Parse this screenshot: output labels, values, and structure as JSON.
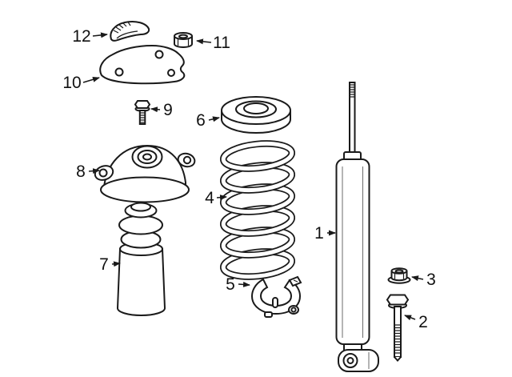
{
  "diagram": {
    "background_color": "#ffffff",
    "line_color": "#1a1a1a",
    "callouts": [
      {
        "number": "1",
        "part": "shock-absorber"
      },
      {
        "number": "2",
        "part": "lower-mount-bolt"
      },
      {
        "number": "3",
        "part": "lower-mount-nut"
      },
      {
        "number": "4",
        "part": "coil-spring"
      },
      {
        "number": "5",
        "part": "lower-spring-seat"
      },
      {
        "number": "6",
        "part": "upper-spring-seat"
      },
      {
        "number": "7",
        "part": "dust-boot-bump-stop"
      },
      {
        "number": "8",
        "part": "shock-mount"
      },
      {
        "number": "9",
        "part": "mount-bolt"
      },
      {
        "number": "10",
        "part": "mount-plate"
      },
      {
        "number": "11",
        "part": "mount-nut"
      },
      {
        "number": "12",
        "part": "cover-cap"
      }
    ]
  }
}
